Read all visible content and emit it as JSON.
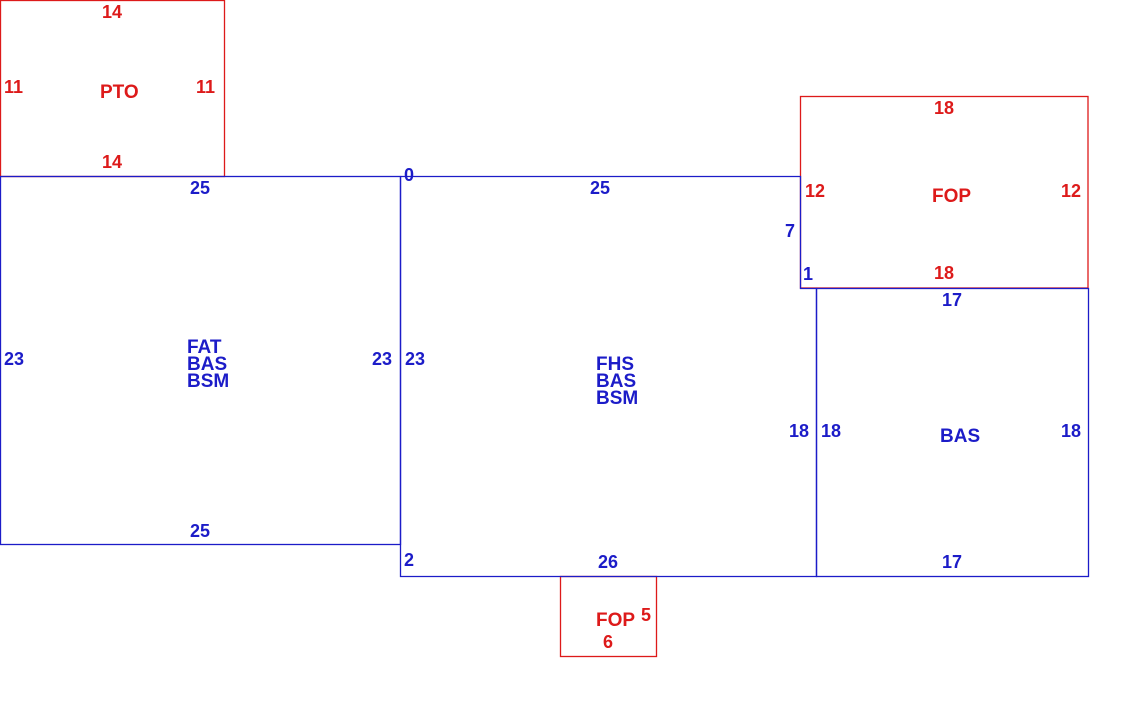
{
  "colors": {
    "main": "#1c1cc8",
    "ext": "#dd1a1a",
    "background": "#ffffff"
  },
  "areas": [
    {
      "id": "pto",
      "color": "ext",
      "labels": [
        "PTO"
      ],
      "dims": {
        "top": "14",
        "bottom": "14",
        "left": "11",
        "right": "11"
      }
    },
    {
      "id": "left-block",
      "color": "main",
      "labels": [
        "FAT",
        "BAS",
        "BSM"
      ],
      "dims": {
        "top": "25",
        "bottom": "25",
        "left": "23",
        "right": "23"
      }
    },
    {
      "id": "center-block",
      "color": "main",
      "labels": [
        "FHS",
        "BAS",
        "BSM"
      ],
      "dims": {
        "top": "25",
        "bottom": "26",
        "left": "23",
        "right": "18",
        "upper_right": "7",
        "corner_top_left": "0",
        "corner_bottom_left": "2",
        "notch": "1"
      }
    },
    {
      "id": "fop-upper",
      "color": "ext",
      "labels": [
        "FOP"
      ],
      "dims": {
        "top": "18",
        "bottom": "18",
        "left": "12",
        "right": "12"
      }
    },
    {
      "id": "right-bas",
      "color": "main",
      "labels": [
        "BAS"
      ],
      "dims": {
        "top": "17",
        "bottom": "17",
        "left": "18",
        "right": "18"
      }
    },
    {
      "id": "fop-lower",
      "color": "ext",
      "labels": [
        "FOP"
      ],
      "dims": {
        "bottom": "6",
        "right": "5"
      }
    }
  ]
}
